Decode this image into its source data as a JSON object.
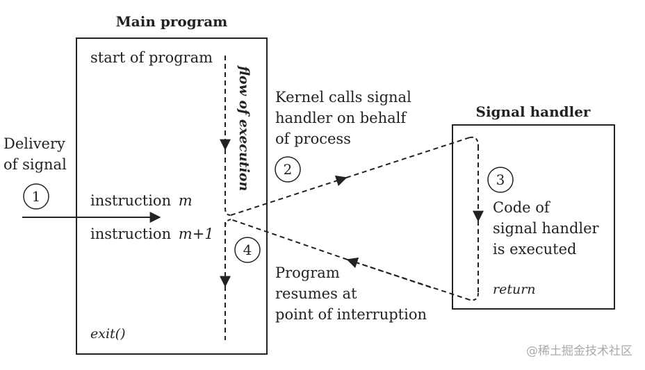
{
  "main_program": {
    "title": "Main program",
    "start": "start of program",
    "flow_label": "flow of execution",
    "instr_m_prefix": "instruction ",
    "instr_m_var": "m",
    "instr_m1_prefix": "instruction ",
    "instr_m1_var": "m+1",
    "exit": "exit()"
  },
  "signal_handler": {
    "title": "Signal handler",
    "line1": "Code of",
    "line2": "signal handler",
    "line3": "is executed",
    "return": "return"
  },
  "delivery": {
    "line1": "Delivery",
    "line2": "of signal"
  },
  "kernel": {
    "line1": "Kernel calls signal",
    "line2": "handler on behalf",
    "line3": "of process"
  },
  "resume": {
    "line1": "Program",
    "line2": "resumes at",
    "line3": "point of interruption"
  },
  "steps": [
    "1",
    "2",
    "3",
    "4"
  ],
  "watermark": "@稀土掘金技术社区",
  "colors": {
    "stroke": "#222222",
    "text": "#222222",
    "watermark": "#aaaaaa"
  }
}
